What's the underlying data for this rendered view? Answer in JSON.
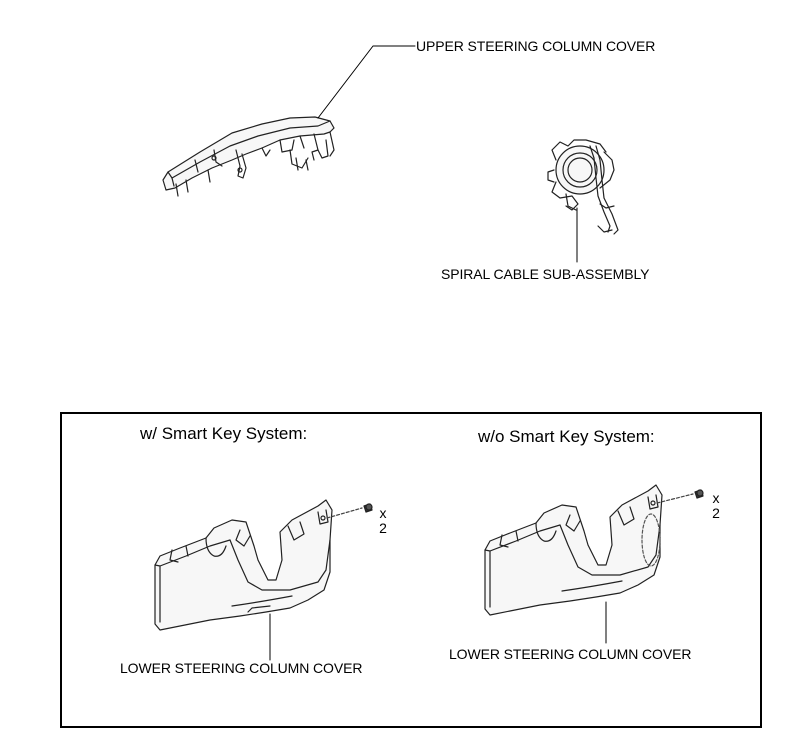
{
  "callouts": {
    "upper_cover": "UPPER STEERING COLUMN COVER",
    "spiral_cable": "SPIRAL CABLE SUB-ASSEMBLY"
  },
  "panel": {
    "left": {
      "heading": "w/ Smart Key System:",
      "part_label": "LOWER STEERING COLUMN COVER",
      "screw_qty_prefix": "x",
      "screw_qty_value": "2"
    },
    "right": {
      "heading": "w/o Smart Key System:",
      "part_label": "LOWER STEERING COLUMN COVER",
      "screw_qty_prefix": "x",
      "screw_qty_value": "2"
    }
  }
}
